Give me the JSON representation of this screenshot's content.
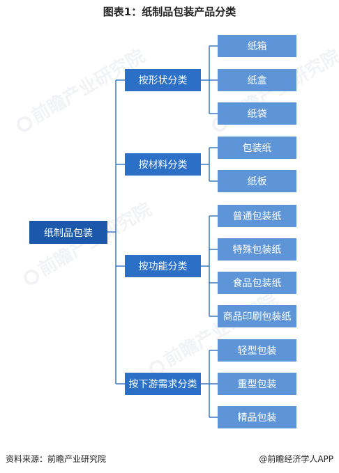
{
  "title": "图表1：纸制品包装产品分类",
  "root": "纸制品包装",
  "categories": [
    {
      "label": "按形状分类",
      "items": [
        "纸箱",
        "纸盒",
        "纸袋"
      ]
    },
    {
      "label": "按材料分类",
      "items": [
        "包装纸",
        "纸板"
      ]
    },
    {
      "label": "按功能分类",
      "items": [
        "普通包装纸",
        "特殊包装纸",
        "食品包装纸",
        "商品印刷包装纸"
      ]
    },
    {
      "label": "按下游需求分类",
      "items": [
        "轻型包装",
        "重型包装",
        "精品包装"
      ]
    }
  ],
  "footer": {
    "source": "资料来源：前瞻产业研究院",
    "brand": "@前瞻经济学人APP"
  },
  "watermark": "前瞻产业研究院",
  "colors": {
    "root": "#1b57ab",
    "category": "#2b6fc7",
    "item": "#5e95d8",
    "line": "#2b6fc7"
  }
}
